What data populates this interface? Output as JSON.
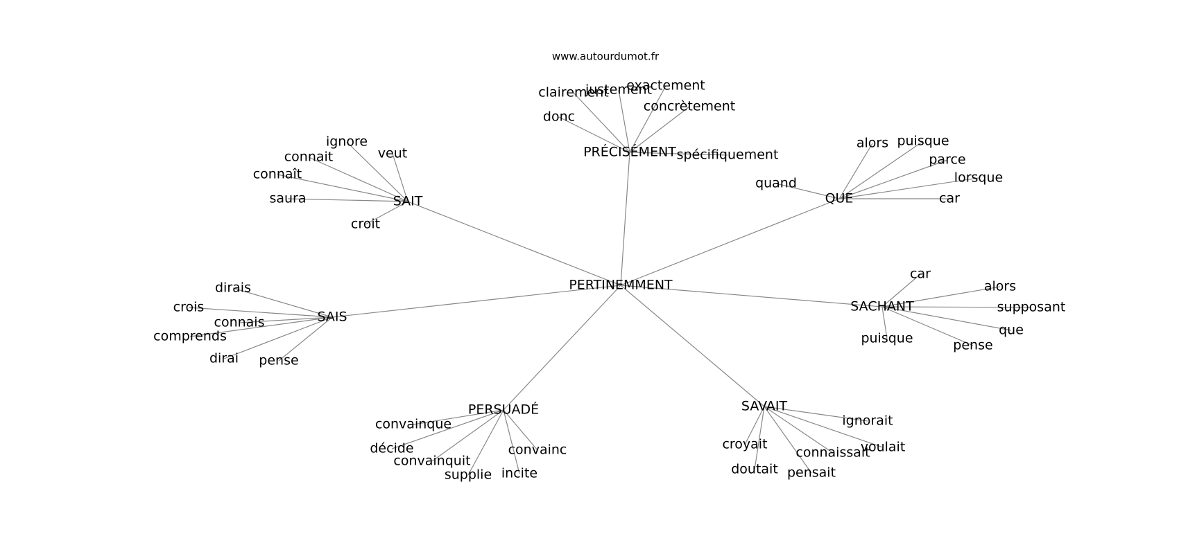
{
  "source_label": "www.autourdumot.fr",
  "center": "PERTINEMMENT",
  "clusters": [
    {
      "hub": "PRÉCISÉMENT",
      "leaves": [
        "clairement",
        "justement",
        "exactement",
        "concrètement",
        "donc",
        "spécifiquement"
      ]
    },
    {
      "hub": "SAIT",
      "leaves": [
        "ignore",
        "veut",
        "connait",
        "connaît",
        "saura",
        "croit"
      ]
    },
    {
      "hub": "QUE",
      "leaves": [
        "alors",
        "puisque",
        "parce",
        "lorsque",
        "car",
        "quand"
      ]
    },
    {
      "hub": "SAIS",
      "leaves": [
        "dirais",
        "crois",
        "connais",
        "comprends",
        "dirai",
        "pense"
      ]
    },
    {
      "hub": "SACHANT",
      "leaves": [
        "car",
        "alors",
        "supposant",
        "que",
        "pense",
        "puisque"
      ]
    },
    {
      "hub": "PERSUADÉ",
      "leaves": [
        "convainque",
        "décide",
        "convainquit",
        "supplie",
        "incite",
        "convainc"
      ]
    },
    {
      "hub": "SAVAIT",
      "leaves": [
        "ignorait",
        "voulait",
        "connaissait",
        "pensait",
        "doutait",
        "croyait"
      ]
    }
  ]
}
